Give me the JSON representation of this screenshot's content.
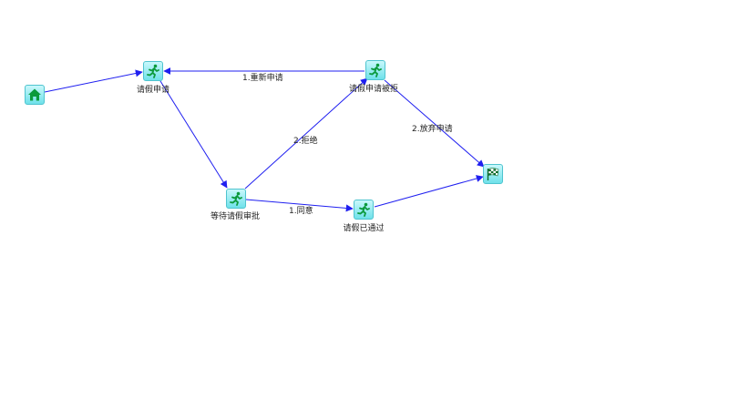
{
  "colors": {
    "edge": "#1f1ff0",
    "node_border": "#4fc4cf",
    "node_fill_top": "#c9f8fb",
    "node_fill_bottom": "#6fe1ea",
    "icon": "#0b9a3c"
  },
  "nodes": {
    "start": {
      "label": "",
      "icon": "home-icon"
    },
    "apply": {
      "label": "请假申请",
      "icon": "running-person-icon"
    },
    "wait": {
      "label": "等待请假审批",
      "icon": "running-person-icon"
    },
    "rejected": {
      "label": "请假申请被拒",
      "icon": "running-person-icon"
    },
    "approved": {
      "label": "请假已通过",
      "icon": "running-person-icon"
    },
    "end": {
      "label": "",
      "icon": "checkered-flag-icon"
    }
  },
  "edges": {
    "reapply": "1.重新申请",
    "reject": "2.拒绝",
    "abandon": "2.放弃申请",
    "agree": "1.同意"
  }
}
